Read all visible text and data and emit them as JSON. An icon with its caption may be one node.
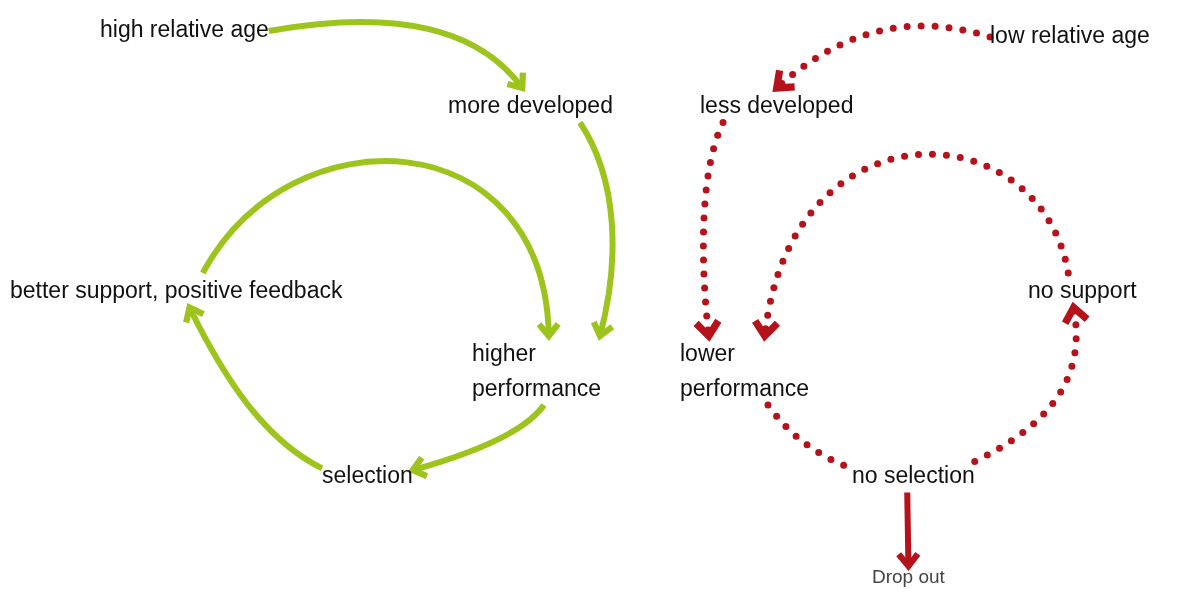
{
  "diagram": {
    "nodes": [
      {
        "text": [
          "high relative age"
        ]
      },
      {
        "text": [
          "more developed"
        ]
      },
      {
        "text": [
          "better support, positive feedback"
        ]
      },
      {
        "text": [
          "higher performance"
        ]
      },
      {
        "text": [
          "selection"
        ]
      },
      {
        "text": [
          "low relative age"
        ]
      },
      {
        "text": [
          "less developed"
        ]
      },
      {
        "text": [
          "no support"
        ]
      },
      {
        "text": [
          "lower performance"
        ]
      },
      {
        "text": [
          "no selection"
        ]
      },
      {
        "text": [
          "Drop out"
        ]
      }
    ],
    "edges": [
      {
        "from": 0,
        "to": 1,
        "arrow": "to",
        "color": "#9dc41c"
      },
      {
        "from": 1,
        "to": 3,
        "arrow": "to",
        "color": "#9dc41c"
      },
      {
        "from": 2,
        "to": 3,
        "arrow": "to",
        "color": "#9dc41c"
      },
      {
        "from": 3,
        "to": 4,
        "arrow": "to",
        "color": "#9dc41c"
      },
      {
        "from": 4,
        "to": 2,
        "arrow": "to",
        "color": "#9dc41c"
      },
      {
        "from": 5,
        "to": 6,
        "arrow": "to",
        "style": "dashed"
      },
      {
        "from": 6,
        "to": 8,
        "arrow": "to",
        "style": "dashed"
      },
      {
        "from": 7,
        "to": 8,
        "arrow": "to",
        "style": "dashed"
      },
      {
        "from": 8,
        "to": 9,
        "arrow": "none",
        "style": "dashed"
      },
      {
        "from": 9,
        "to": 7,
        "arrow": "to",
        "style": "dashed"
      },
      {
        "from": 9,
        "to": 10,
        "arrow": "to"
      }
    ]
  }
}
